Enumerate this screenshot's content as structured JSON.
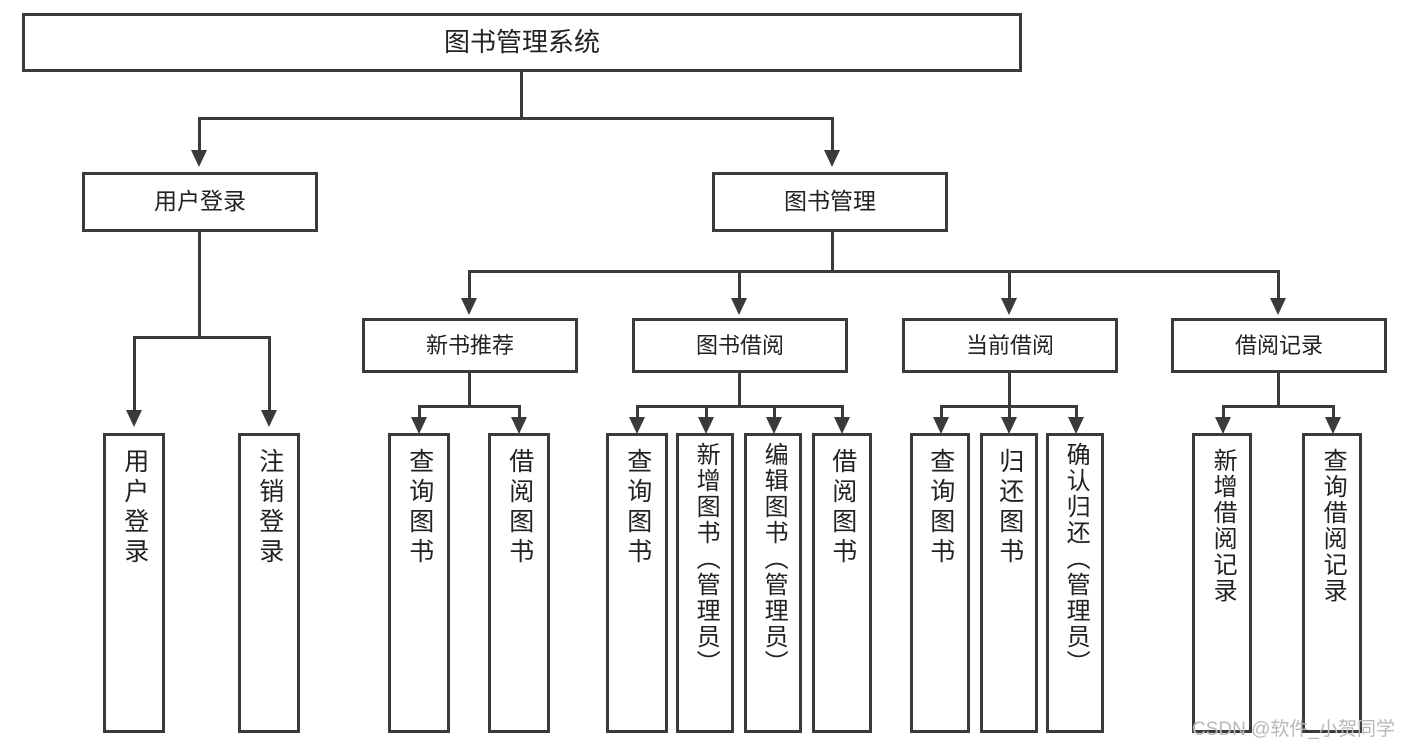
{
  "diagram": {
    "title": "图书管理系统",
    "type": "hierarchy-tree",
    "watermark": "CSDN @软件_小贺同学",
    "colors": {
      "stroke": "#3a3a3a",
      "fill": "#ffffff",
      "text": "#222222",
      "watermark": "#b9b9b9"
    },
    "root": {
      "label": "图书管理系统"
    },
    "level1": [
      {
        "label": "用户登录"
      },
      {
        "label": "图书管理"
      }
    ],
    "level2": [
      {
        "label": "新书推荐"
      },
      {
        "label": "图书借阅"
      },
      {
        "label": "当前借阅"
      },
      {
        "label": "借阅记录"
      }
    ],
    "leaves": {
      "user_login": [
        {
          "label": "用户登录"
        },
        {
          "label": "注销登录"
        }
      ],
      "new_book_recommend": [
        {
          "label": "查询图书"
        },
        {
          "label": "借阅图书"
        }
      ],
      "book_borrow": [
        {
          "label": "查询图书"
        },
        {
          "label": "新增图书（管理员）"
        },
        {
          "label": "编辑图书（管理员）"
        },
        {
          "label": "借阅图书"
        }
      ],
      "current_borrow": [
        {
          "label": "查询图书"
        },
        {
          "label": "归还图书"
        },
        {
          "label": "确认归还（管理员）"
        }
      ],
      "borrow_records": [
        {
          "label": "新增借阅记录"
        },
        {
          "label": "查询借阅记录"
        }
      ]
    }
  }
}
